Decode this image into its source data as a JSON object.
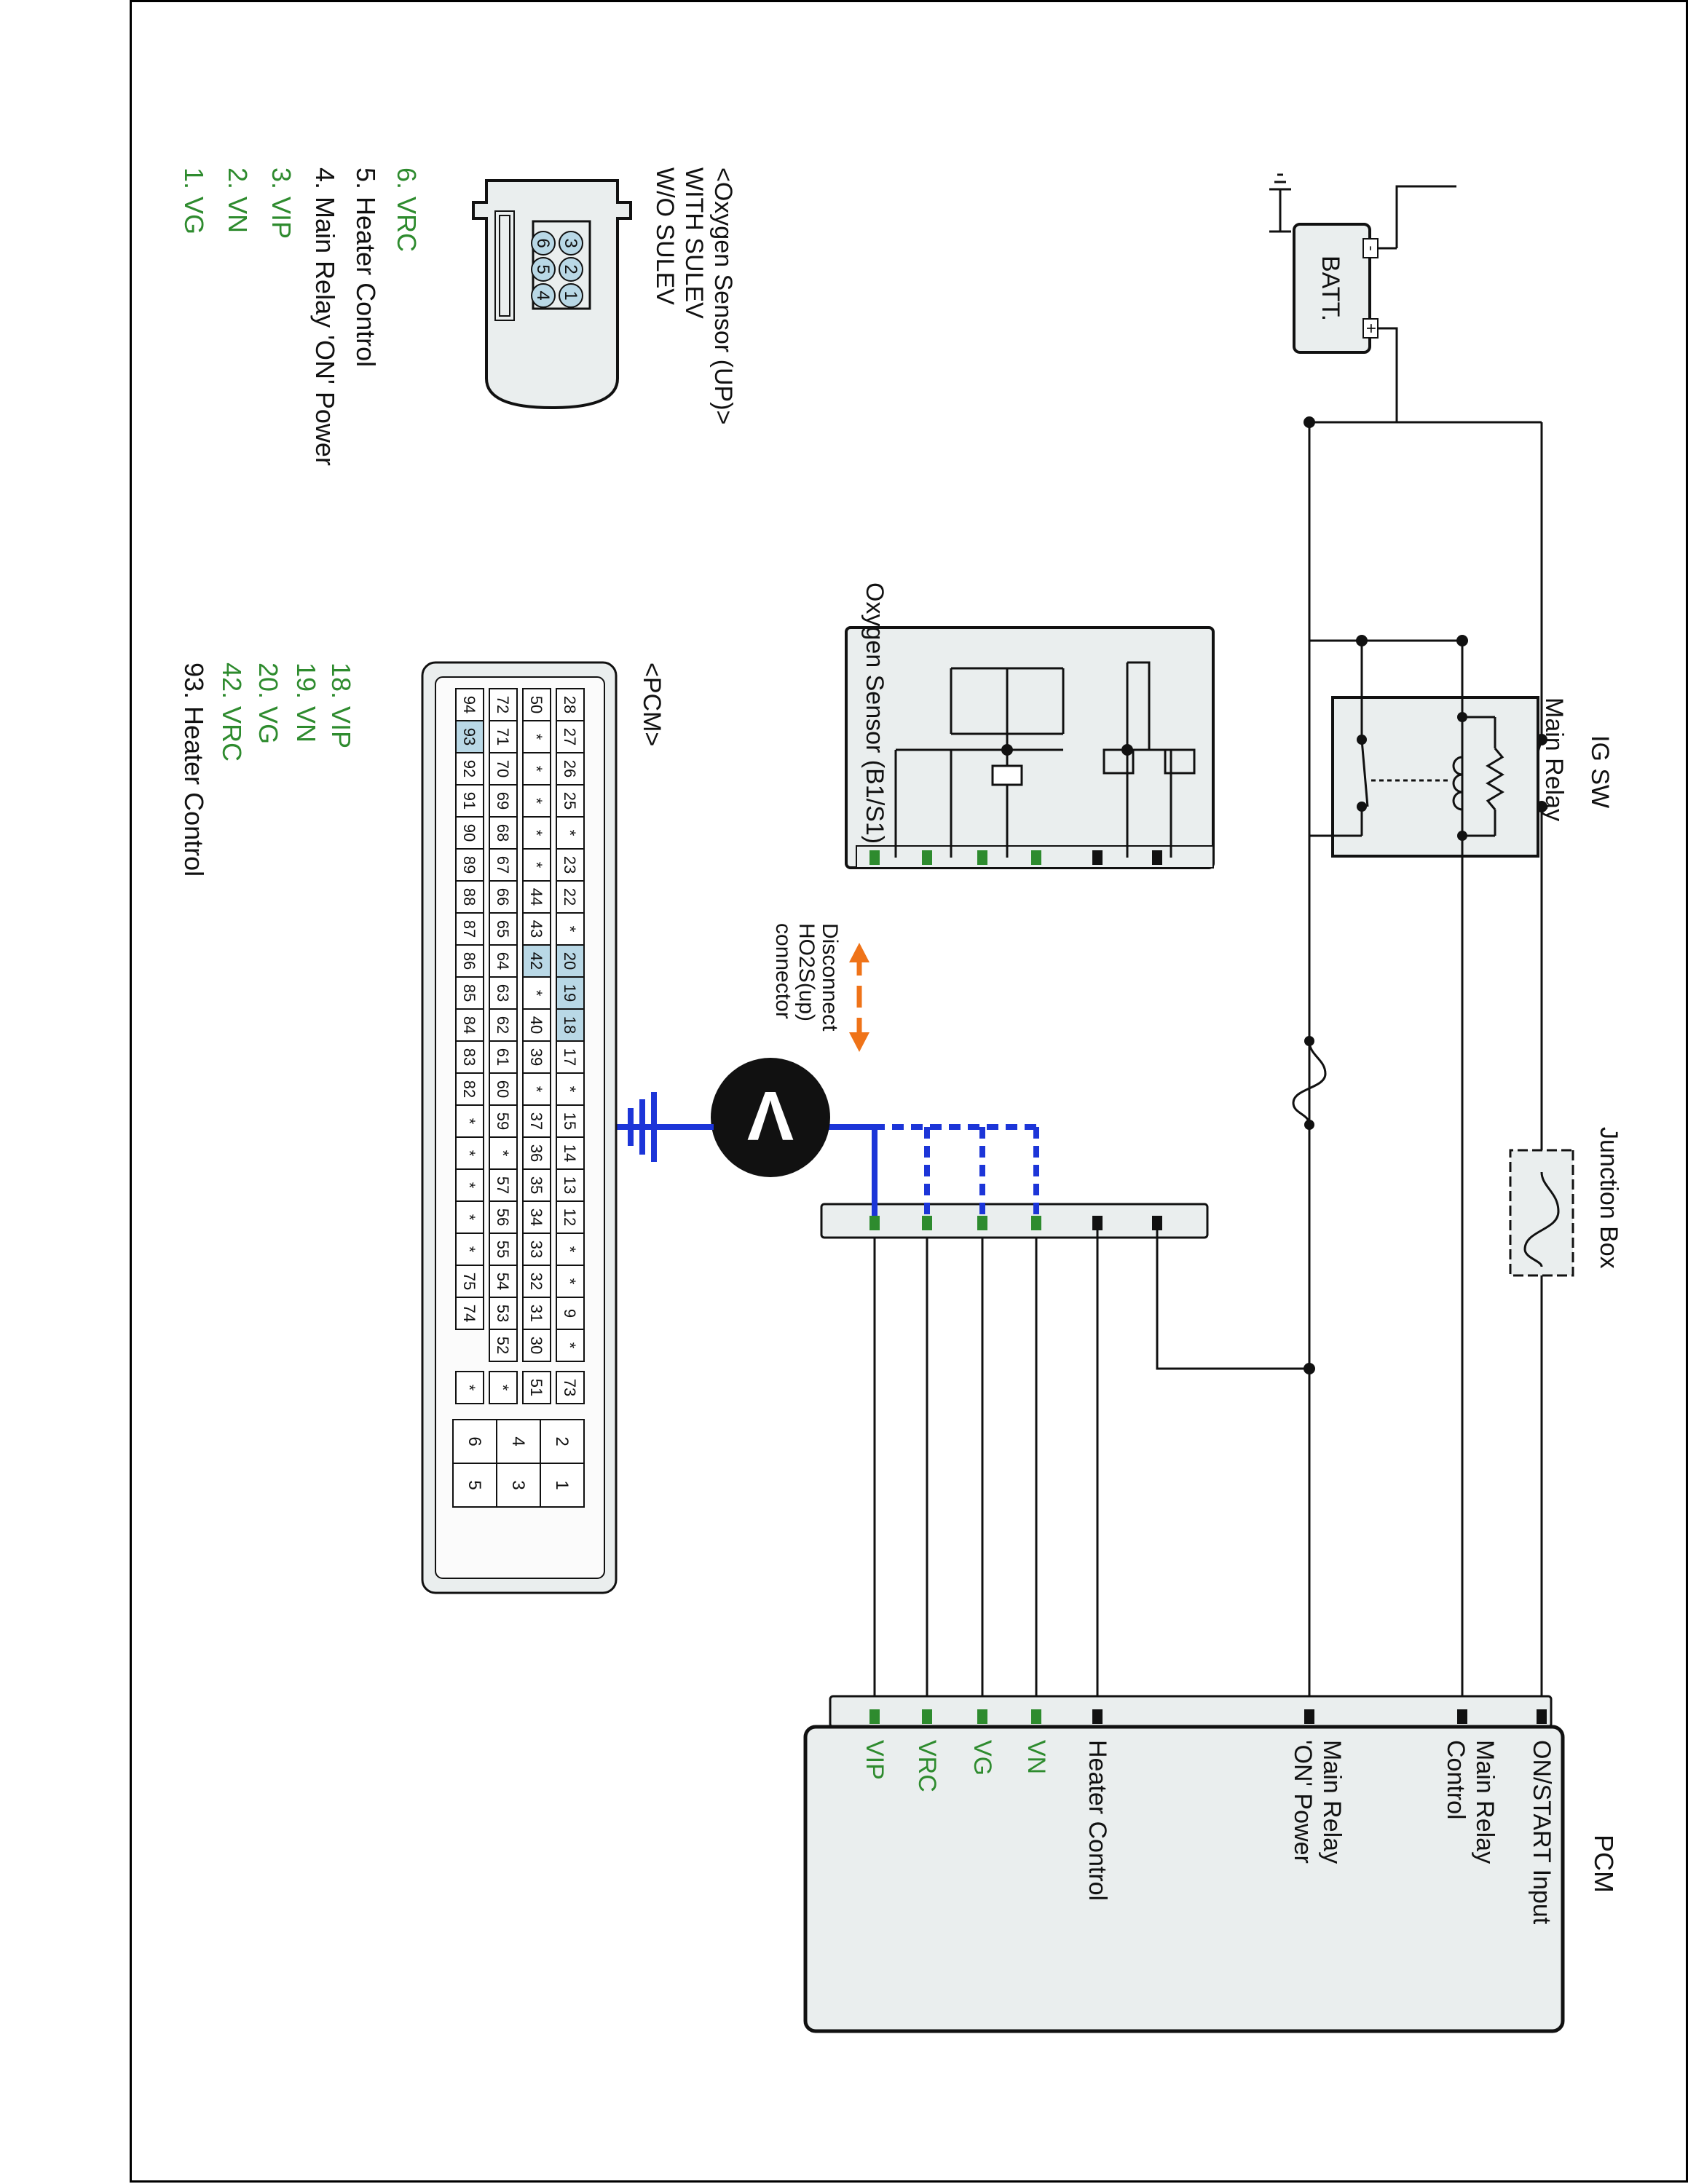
{
  "colors": {
    "signal_green": "#2e8b2e",
    "meter_blue": "#1c35d8",
    "arrow_orange": "#ef7318",
    "highlight": "#b9d8e6",
    "panel_fill": "#eaeeee"
  },
  "components": {
    "batt": "BATT.",
    "batt_neg": "-",
    "batt_pos": "+",
    "ig_sw": "IG SW",
    "junction_box": "Junction Box",
    "main_relay": "Main Relay",
    "oxygen_sensor": "Oxygen Sensor (B1/S1)",
    "disconnect_note": [
      "Disconnect",
      "HO2S(up)",
      "connector"
    ],
    "voltmeter_symbol": "V"
  },
  "pcm": {
    "title": "PCM",
    "pins": [
      {
        "label": "ON/START Input",
        "signal": false
      },
      {
        "label": "Main Relay",
        "label2": "Control",
        "signal": false
      },
      {
        "label": "Main Relay",
        "label2": "'ON' Power",
        "signal": false
      },
      {
        "label": "Heater Control",
        "signal": false
      },
      {
        "label": "VN",
        "signal": true
      },
      {
        "label": "VG",
        "signal": true
      },
      {
        "label": "VRC",
        "signal": true
      },
      {
        "label": "VIP",
        "signal": true
      }
    ]
  },
  "connector_legend": {
    "title": "<Oxygen Sensor (UP)>",
    "subtitle1": "WITH SULEV",
    "subtitle2": "W/O SULEV",
    "items": [
      {
        "text": "1. VG",
        "signal": true
      },
      {
        "text": "2. VN",
        "signal": true
      },
      {
        "text": "3. VIP",
        "signal": true
      },
      {
        "text": "4. Main Relay  'ON' Power",
        "signal": false
      },
      {
        "text": "5. Heater Control",
        "signal": false
      },
      {
        "text": "6. VRC",
        "signal": true
      }
    ],
    "cavity_rows": [
      [
        "3",
        "2",
        "1"
      ],
      [
        "6",
        "5",
        "4"
      ]
    ]
  },
  "pcm_legend": {
    "title": "<PCM>",
    "items": [
      {
        "text": "18. VIP",
        "signal": true
      },
      {
        "text": "19. VN",
        "signal": true
      },
      {
        "text": "20. VG",
        "signal": true
      },
      {
        "text": "42. VRC",
        "signal": true
      },
      {
        "text": "93. Heater Control",
        "signal": false
      }
    ],
    "grid_rows": [
      [
        "94",
        "93",
        "92",
        "91",
        "90",
        "89",
        "88",
        "87",
        "86",
        "85",
        "84",
        "83",
        "82",
        "*",
        "*",
        "*",
        "*",
        "*",
        "75",
        "74"
      ],
      [
        "72",
        "71",
        "70",
        "69",
        "68",
        "67",
        "66",
        "65",
        "64",
        "63",
        "62",
        "61",
        "60",
        "59",
        "*",
        "57",
        "56",
        "55",
        "54",
        "53",
        "52"
      ],
      [
        "50",
        "*",
        "*",
        "*",
        "*",
        "*",
        "44",
        "43",
        "42",
        "*",
        "40",
        "39",
        "*",
        "37",
        "36",
        "35",
        "34",
        "33",
        "32",
        "31",
        "30"
      ],
      [
        "28",
        "27",
        "26",
        "25",
        "*",
        "23",
        "22",
        "*",
        "20",
        "19",
        "18",
        "17",
        "*",
        "15",
        "14",
        "13",
        "12",
        "*",
        "*",
        "9",
        "*"
      ]
    ],
    "extra_cells": [
      [
        "73",
        "51",
        "*",
        "*"
      ]
    ],
    "small_grid": [
      [
        "6",
        "5"
      ],
      [
        "4",
        "3"
      ],
      [
        "2",
        "1"
      ]
    ],
    "highlighted": [
      "93",
      "42",
      "20",
      "19",
      "18"
    ]
  }
}
